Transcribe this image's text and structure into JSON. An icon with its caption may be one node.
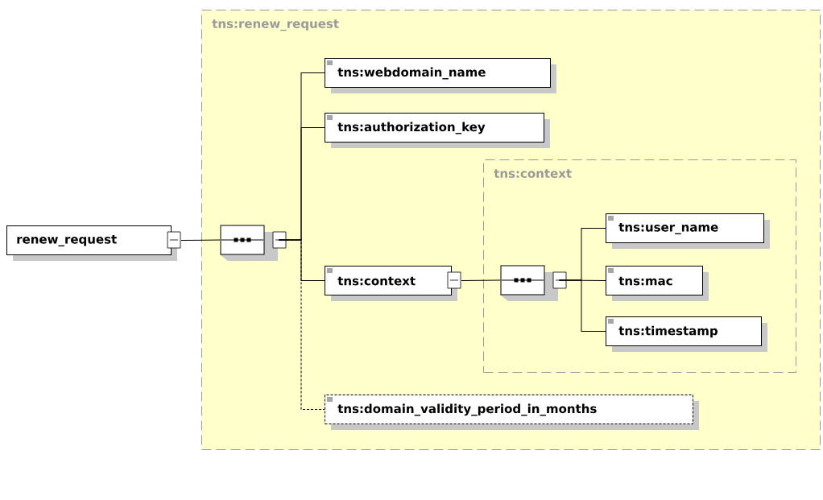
{
  "diagram": {
    "nodes": [
      {
        "text": [
          "tns:renew_request"
        ]
      },
      {
        "text": [
          "renew_request"
        ]
      },
      {
        "text": [],
        "shape": "octagon",
        "in": 0
      },
      {
        "text": [
          "tns:webdomain_name"
        ],
        "in": 0
      },
      {
        "text": [
          "tns:authorization_key"
        ],
        "in": 0
      },
      {
        "text": [
          "tns:context"
        ],
        "in": 0
      },
      {
        "text": [
          "tns:context"
        ],
        "in": 0
      },
      {
        "text": [],
        "shape": "octagon",
        "in": 6
      },
      {
        "text": [
          "tns:user_name"
        ],
        "in": 6
      },
      {
        "text": [
          "tns:mac"
        ],
        "in": 6
      },
      {
        "text": [
          "tns:timestamp"
        ],
        "in": 6
      },
      {
        "text": [
          "tns:domain_validity_period_in_months"
        ],
        "in": 0
      }
    ],
    "edges": [
      {
        "from": 1,
        "to": 2,
        "arrow": "none"
      },
      {
        "from": 2,
        "to": 3,
        "arrow": "none"
      },
      {
        "from": 2,
        "to": 4,
        "arrow": "none"
      },
      {
        "from": 2,
        "to": 5,
        "arrow": "none"
      },
      {
        "from": 2,
        "to": 11,
        "arrow": "none",
        "style": "dashed"
      },
      {
        "from": 5,
        "to": 7,
        "arrow": "none"
      },
      {
        "from": 7,
        "to": 8,
        "arrow": "none"
      },
      {
        "from": 7,
        "to": 9,
        "arrow": "none"
      },
      {
        "from": 7,
        "to": 10,
        "arrow": "none"
      }
    ]
  }
}
